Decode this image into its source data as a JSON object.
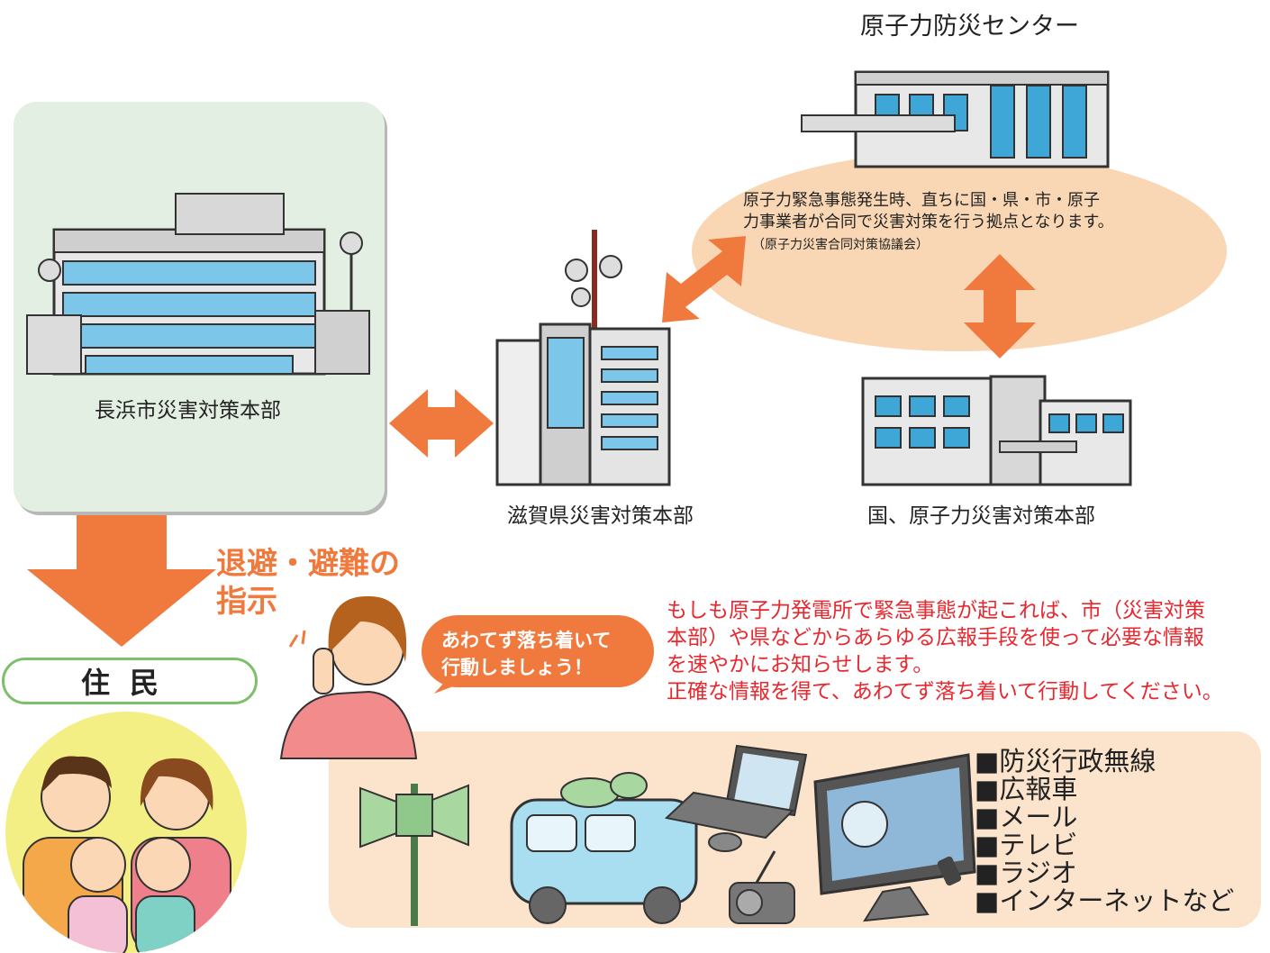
{
  "city_hq": {
    "label": "長浜市災害対策本部"
  },
  "prefecture_hq": {
    "label": "滋賀県災害対策本部"
  },
  "national_hq": {
    "label": "国、原子力災害対策本部"
  },
  "disaster_center": {
    "title": "原子力防災センター",
    "description_lines": [
      "原子力緊急事態発生時、直ちに国・県・市・原子",
      "力事業者が合同で災害対策を行う拠点となります。"
    ],
    "sub_note": "（原子力災害合同対策協議会）"
  },
  "evacuation": {
    "lines": [
      "退避・避難の",
      "指示"
    ]
  },
  "residents": {
    "label": "住民"
  },
  "speech": {
    "lines": [
      "あわてず落ち着いて",
      "行動しましょう！"
    ]
  },
  "notice": {
    "lines": [
      "もしも原子力発電所で緊急事態が起これば、市（災害対策",
      "本部）や県などからあらゆる広報手段を使って必要な情報",
      "を速やかにお知らせします。",
      "正確な情報を得て、あわてず落ち着いて行動してください。"
    ]
  },
  "media": {
    "items": [
      "■防災行政無線",
      "■広報車",
      "■メール",
      "■テレビ",
      "■ラジオ",
      "■インターネットなど"
    ]
  },
  "colors": {
    "arrow": "#f07a3e",
    "notice_text": "#e8282f",
    "city_panel": "#e4efe3",
    "center_ellipse": "#f9d7b4",
    "media_panel": "#fbe3cc",
    "resident_border": "#7dbf6a"
  }
}
